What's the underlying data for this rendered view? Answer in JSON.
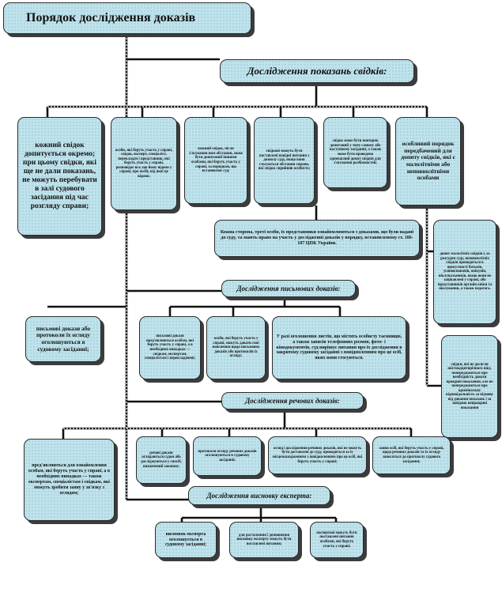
{
  "title": "Порядок дослідження доказів",
  "witness": {
    "header": "Дослідження показань свідків:",
    "boxes": [
      "кожний свідок допитується окремо; при цьому свідки, які ще не дали показань, не можуть перебувати в залі судового засідання під час розгляду справи;",
      "особи, які беруть участь у справі, свідок, експерт, спеціаліст, перекладач і представник, які беруть участь у справі, розповідає все, що йому відомо у справі, про особу, від якої це відомо;",
      "кожний свідок, після з'ясування ним обставин, може бути допитаний іншими особами, які беруть участь у справі, за порядком, що встановлює суд;",
      "свідкові можуть бути поставлені навідні питання з дозволу суду, якщо вони стосуються обставин справи, які свідок сприйняв особисто;",
      "свідок може бути повторно допитаний у тому самому або наступному засіданні, а також може бути проведено одночасний допит свідків для з'ясування розбіжностей;",
      "особливий порядок передбачений для допиту свідків, які є малолітніми або неповнолітніми особами"
    ],
    "rights": "Кожна сторона, треті особи, їх представники ознайомлюються з доказами, що були надані до суду, та мають право на участь у дослідженні доказів у порядку, встановленому ст. 186-187 ЦПК України.",
    "minor": "допит малолітніх свідків і, за розсудом суду, неповнолітніх свідків проводиться в присутності батьків, усиновлювачів, опікунів, піклувальників, якщо вони не зацікавлені у справі, або представників органів опіки та піклування, а також педагога.",
    "minor2": "свідки, які не досягли шістнадцятирічного віку, попереджаються про необхідність давати правдиві показання, але не попереджаються про кримінальну відповідальність за відмову від давання показань і за завідомо неправдиві показання"
  },
  "written": {
    "header": "Дослідження письмових доказів:",
    "left": "письмові докази або протоколи їх огляду оголошуються в судовому засіданні;",
    "boxes": [
      "письмові докази пред'являються особам, які беруть участь у справі, а в необхідних випадках — свідкам, експертам, спеціалістам і перекладачеві;",
      "особи, які беруть участь у справі, можуть давати свої пояснення щодо письмових доказів або протоколів їх огляду;",
      "У разі оголошення листів, що містять особисту таємницю, а також записів телефонних розмов, фото- і кінодокументів, суд вирішує питання про їх дослідження в закритому судовому засіданні з повідомленням про це осіб, яких вони стосуються."
    ]
  },
  "material": {
    "header": "Дослідження речових доказів:",
    "left": "пред'являються для ознайомлення особам, які беруть участь у справі, а в необхідних випадках — також експертам, спеціалістам і свідкам, які можуть зробити заяву у зв'язку з оглядом;",
    "boxes": [
      "речові докази оглядаються судом або досліджуються у спосіб, визначений законом;",
      "протоколи огляду речових доказів оголошуються в судовому засіданні;",
      "огляд і дослідження речових доказів, які не можуть бути доставлені до суду, проводиться за їх місцезнаходженням з повідомленням про це осіб, які беруть участь у справі;",
      "заяви осіб, які беруть участь у справі, щодо речових доказів та їх огляду заносяться до протоколу судового засідання;"
    ]
  },
  "expert": {
    "header": "Дослідження висновку експерта:",
    "boxes": [
      "висновок експерта оголошується в судовому засіданні;",
      "для роз'яснення і доповнення висновку експерту можуть бути поставлені питання;",
      "експертові можуть бути поставлені питання особами, які беруть участь у справі;"
    ]
  }
}
